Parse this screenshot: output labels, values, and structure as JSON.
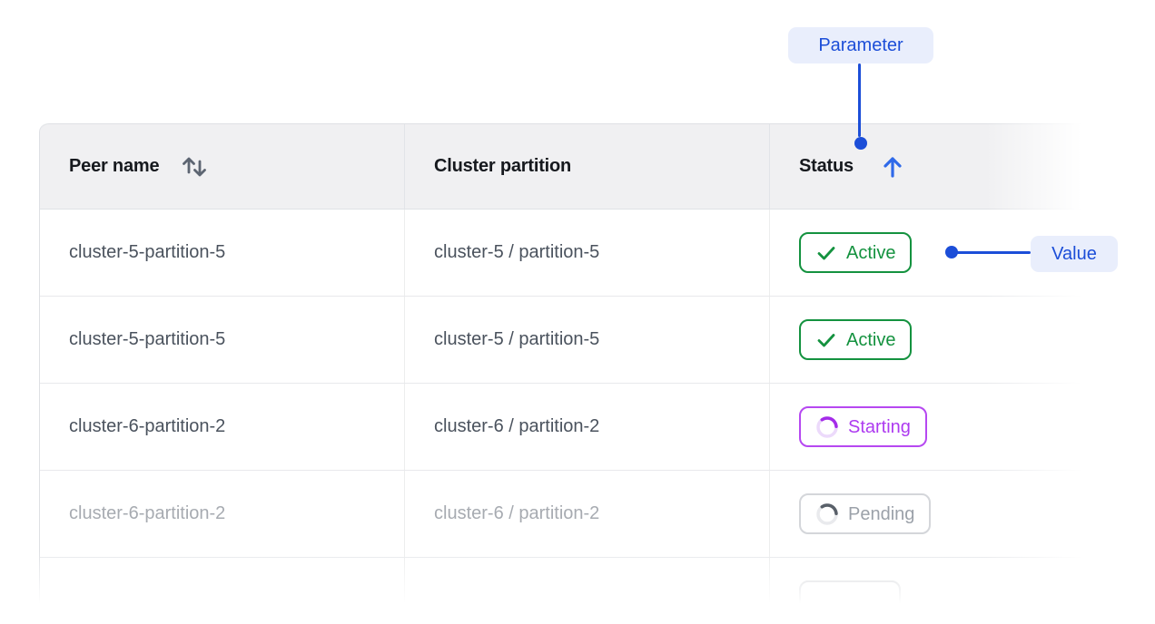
{
  "annotations": {
    "parameter_label": "Parameter",
    "value_label": "Value"
  },
  "table": {
    "header": {
      "peer_name": "Peer name",
      "cluster_partition": "Cluster partition",
      "status": "Status"
    },
    "sort_state": {
      "peer_name": "sortable",
      "status": "sorted-ascending"
    },
    "rows": [
      {
        "peer_name": "cluster-5-partition-5",
        "cluster_partition": "cluster-5 / partition-5",
        "status": "Active",
        "status_kind": "active",
        "muted": false
      },
      {
        "peer_name": "cluster-5-partition-5",
        "cluster_partition": "cluster-5 / partition-5",
        "status": "Active",
        "status_kind": "active",
        "muted": false
      },
      {
        "peer_name": "cluster-6-partition-2",
        "cluster_partition": "cluster-6 / partition-2",
        "status": "Starting",
        "status_kind": "starting",
        "muted": false
      },
      {
        "peer_name": "cluster-6-partition-2",
        "cluster_partition": "cluster-6 / partition-2",
        "status": "Pending",
        "status_kind": "pending",
        "muted": true
      },
      {
        "peer_name": "",
        "cluster_partition": "",
        "status": "",
        "status_kind": "partial",
        "muted": true
      }
    ]
  },
  "icons": {
    "sort_both": "⇅",
    "sort_ascending": "↑",
    "check": "✓",
    "spinner": "◌"
  },
  "colors": {
    "annotation_blue": "#1c4ed8",
    "annotation_badge_bg": "#e9eefc",
    "header_sort_arrow_blue": "#2f69e9",
    "status_active_green": "#14923f",
    "status_starting_purple": "#ad3af0",
    "status_pending_gray": "#9ba1a9",
    "header_bg": "#f0f0f2"
  }
}
